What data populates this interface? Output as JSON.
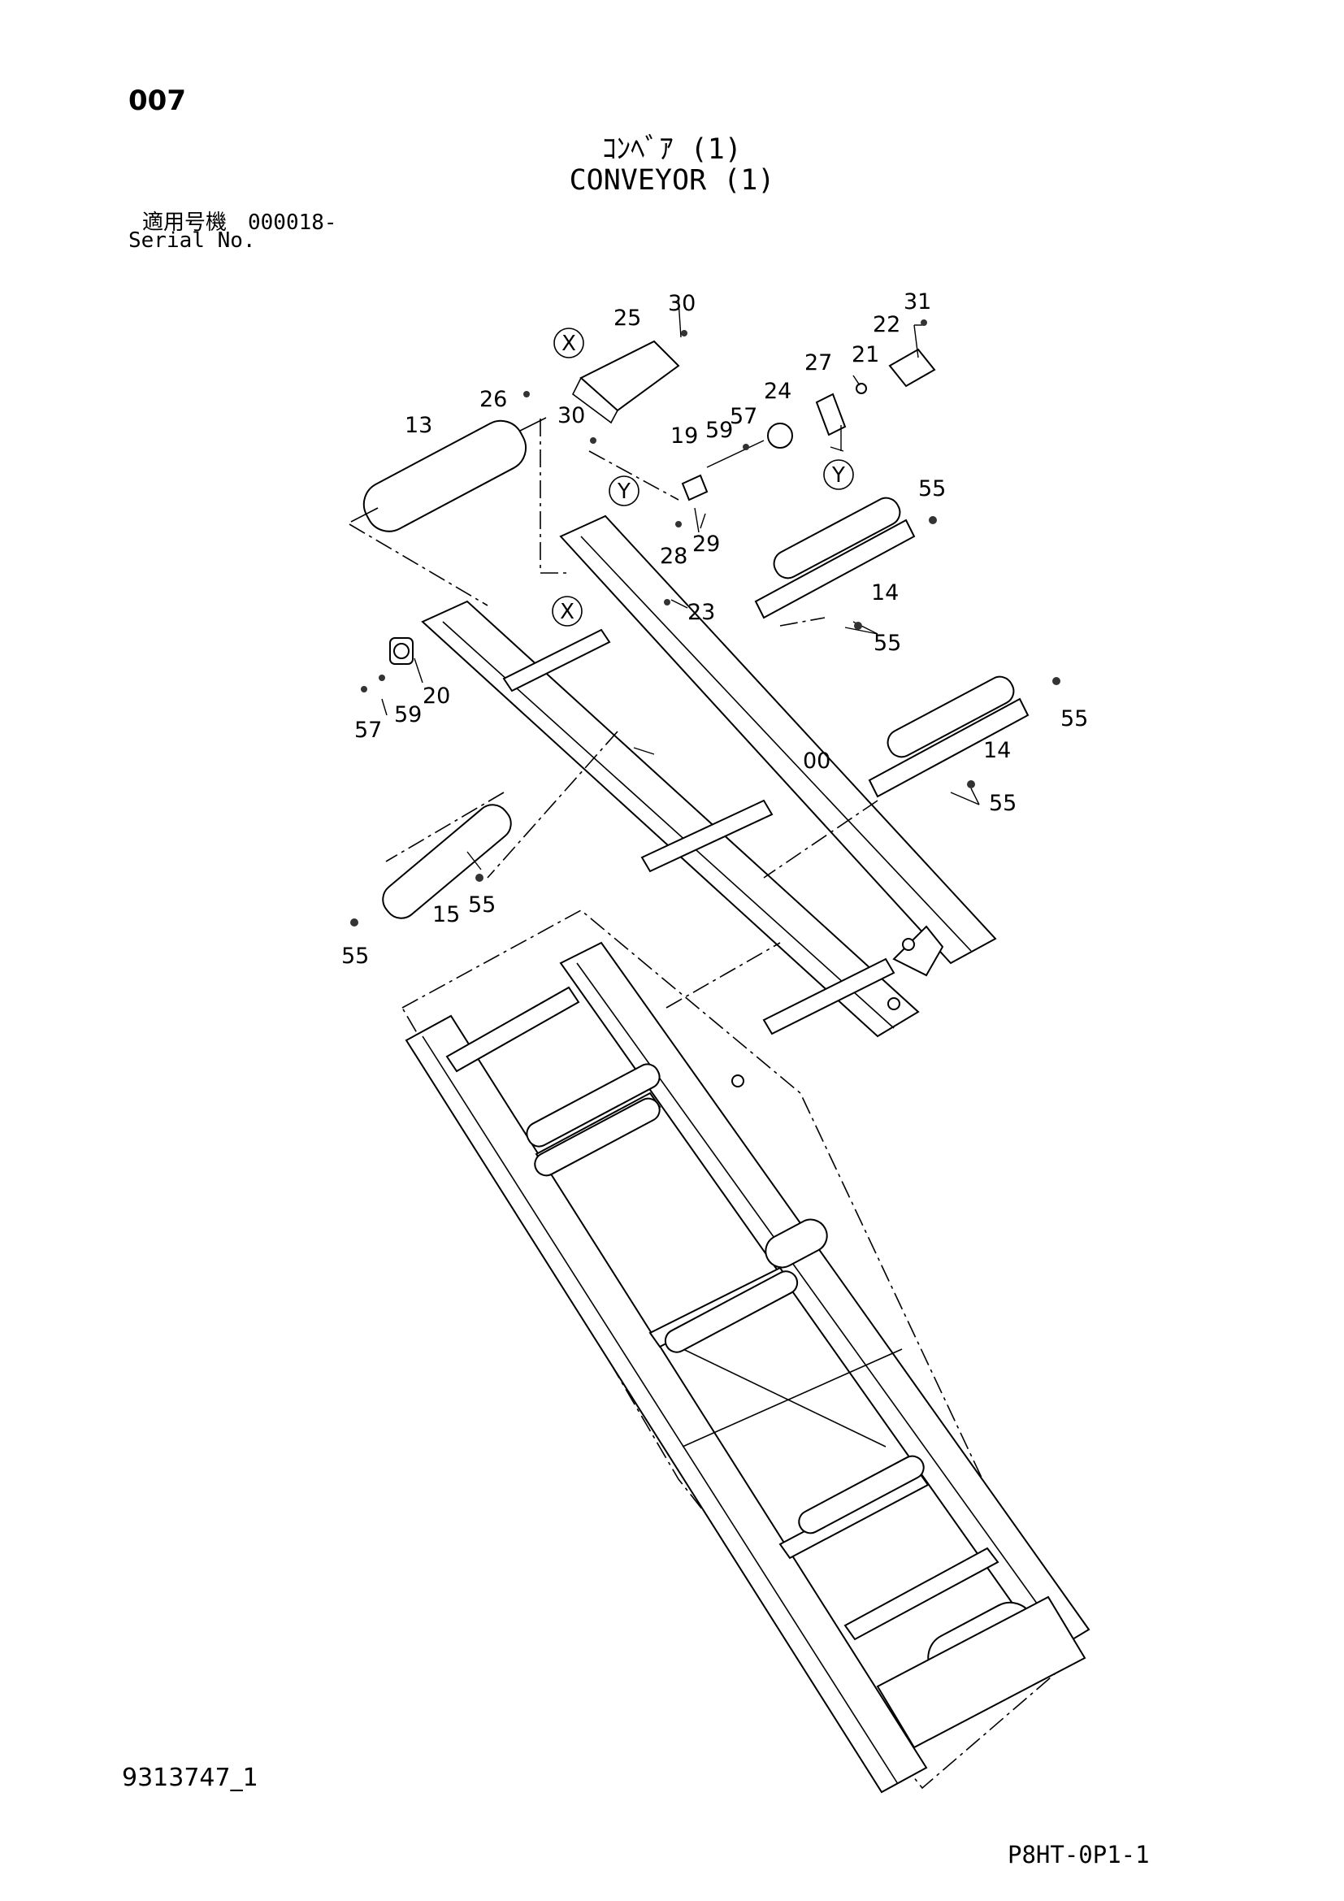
{
  "header": {
    "page_number": "007",
    "title_jp": "ｺﾝﾍﾞｱ (1)",
    "title_en": "CONVEYOR (1)",
    "serial_jp": "適用号機　000018-",
    "serial_en": "Serial No."
  },
  "footer": {
    "doc_code": "9313747_1",
    "page_code": "P8HT-0P1-1"
  },
  "callouts": [
    {
      "id": "c30a",
      "label": "30"
    },
    {
      "id": "c25",
      "label": "25"
    },
    {
      "id": "c31",
      "label": "31"
    },
    {
      "id": "c22",
      "label": "22"
    },
    {
      "id": "c27",
      "label": "27"
    },
    {
      "id": "c21",
      "label": "21"
    },
    {
      "id": "c24",
      "label": "24"
    },
    {
      "id": "c26",
      "label": "26"
    },
    {
      "id": "c13",
      "label": "13"
    },
    {
      "id": "c30b",
      "label": "30"
    },
    {
      "id": "c57a",
      "label": "57"
    },
    {
      "id": "c19",
      "label": "19"
    },
    {
      "id": "c59a",
      "label": "59"
    },
    {
      "id": "c29",
      "label": "29"
    },
    {
      "id": "c28",
      "label": "28"
    },
    {
      "id": "c23",
      "label": "23"
    },
    {
      "id": "c55a",
      "label": "55"
    },
    {
      "id": "c14a",
      "label": "14"
    },
    {
      "id": "c55b",
      "label": "55"
    },
    {
      "id": "c20",
      "label": "20"
    },
    {
      "id": "c59b",
      "label": "59"
    },
    {
      "id": "c57b",
      "label": "57"
    },
    {
      "id": "c55c",
      "label": "55"
    },
    {
      "id": "c14b",
      "label": "14"
    },
    {
      "id": "c00",
      "label": "00"
    },
    {
      "id": "c55d",
      "label": "55"
    },
    {
      "id": "c15",
      "label": "15"
    },
    {
      "id": "c55e",
      "label": "55"
    },
    {
      "id": "c55f",
      "label": "55"
    }
  ],
  "reference_markers": [
    {
      "id": "rX1",
      "label": "X"
    },
    {
      "id": "rX2",
      "label": "X"
    },
    {
      "id": "rY1",
      "label": "Y"
    },
    {
      "id": "rY2",
      "label": "Y"
    }
  ]
}
